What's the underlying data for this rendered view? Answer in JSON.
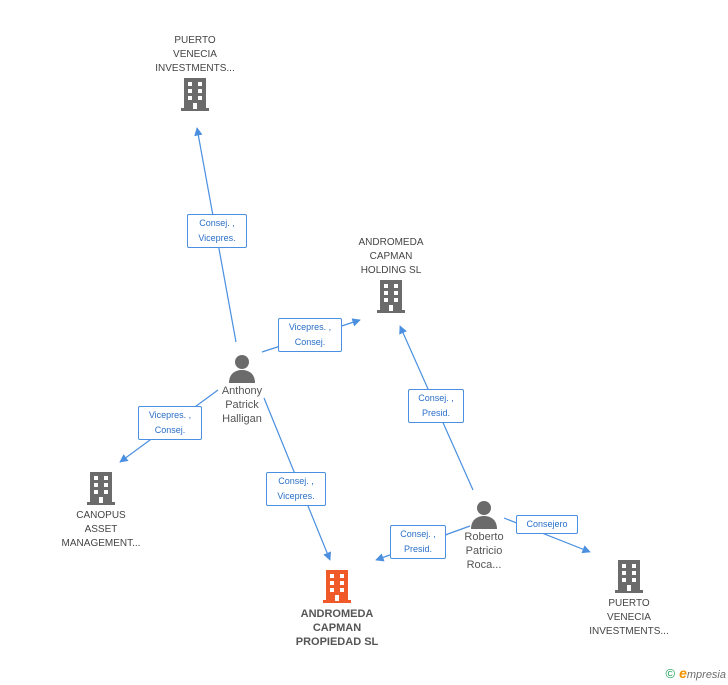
{
  "nodes": {
    "puerto_top": {
      "label": "PUERTO\nVENECIA\nINVESTMENTS...",
      "icon": "building-icon",
      "color": "#6b6b6b"
    },
    "andromeda_holding": {
      "label": "ANDROMEDA\nCAPMAN\nHOLDING SL",
      "icon": "building-icon",
      "color": "#6b6b6b"
    },
    "anthony": {
      "label": "Anthony\nPatrick\nHalligan",
      "icon": "person-icon",
      "color": "#6b6b6b"
    },
    "canopus": {
      "label": "CANOPUS\nASSET\nMANAGEMENT...",
      "icon": "building-icon",
      "color": "#6b6b6b"
    },
    "andromeda_propiedad": {
      "label": "ANDROMEDA\nCAPMAN\nPROPIEDAD SL",
      "icon": "building-icon",
      "color": "#f05a28"
    },
    "roberto": {
      "label": "Roberto\nPatricio\nRoca...",
      "icon": "person-icon",
      "color": "#6b6b6b"
    },
    "puerto_bottom": {
      "label": "PUERTO\nVENECIA\nINVESTMENTS...",
      "icon": "building-icon",
      "color": "#6b6b6b"
    }
  },
  "edges": {
    "anthony_puerto": "Consej. ,\nVicepres.",
    "anthony_holding": "Vicepres. ,\nConsej.",
    "anthony_canopus": "Vicepres. ,\nConsej.",
    "anthony_propiedad": "Consej. ,\nVicepres.",
    "roberto_holding": "Consej. ,\nPresid.",
    "roberto_propiedad": "Consej. ,\nPresid.",
    "roberto_puerto": "Consejero"
  },
  "colors": {
    "edge": "#4a8fe0",
    "node": "#6b6b6b",
    "highlight": "#f05a28"
  },
  "footer": {
    "copyright": "©",
    "brand": "mpresia",
    "brand_initial": "e"
  }
}
